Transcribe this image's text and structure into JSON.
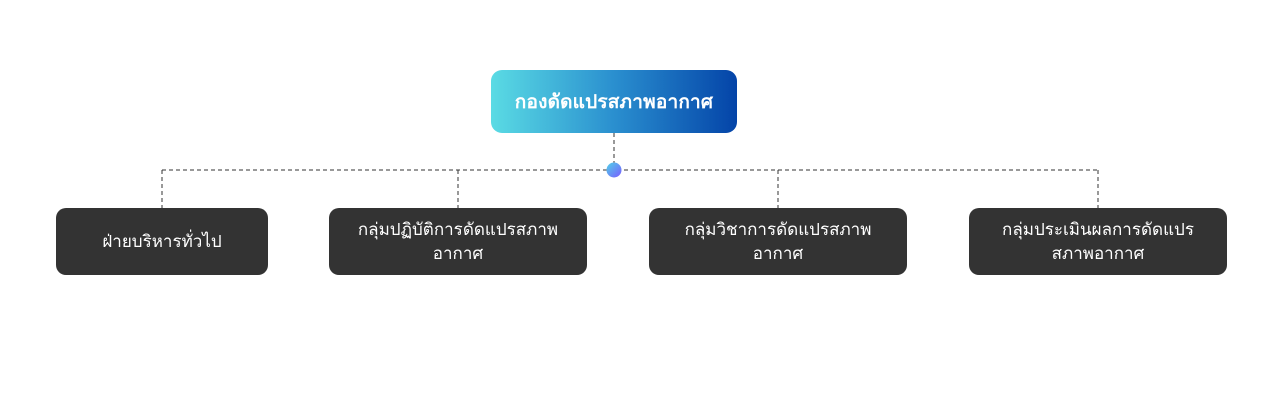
{
  "org_chart": {
    "root": {
      "label": "กองดัดแปรสภาพอากาศ"
    },
    "children": [
      {
        "label": "ฝ่ายบริหารทั่วไป"
      },
      {
        "label": "กลุ่มปฏิบัติการดัดแปรสภาพอากาศ"
      },
      {
        "label": "กลุ่มวิชาการดัดแปรสภาพอากาศ"
      },
      {
        "label": "กลุ่มประเมินผลการดัดแปรสภาพอากาศ"
      }
    ]
  },
  "colors": {
    "root_gradient_start": "#5adbe4",
    "root_gradient_end": "#0444a8",
    "child_fill": "#333333",
    "connector_line": "#333333",
    "junction_dot_start": "#4fd1e8",
    "junction_dot_end": "#7a5cff",
    "text": "#ffffff"
  }
}
